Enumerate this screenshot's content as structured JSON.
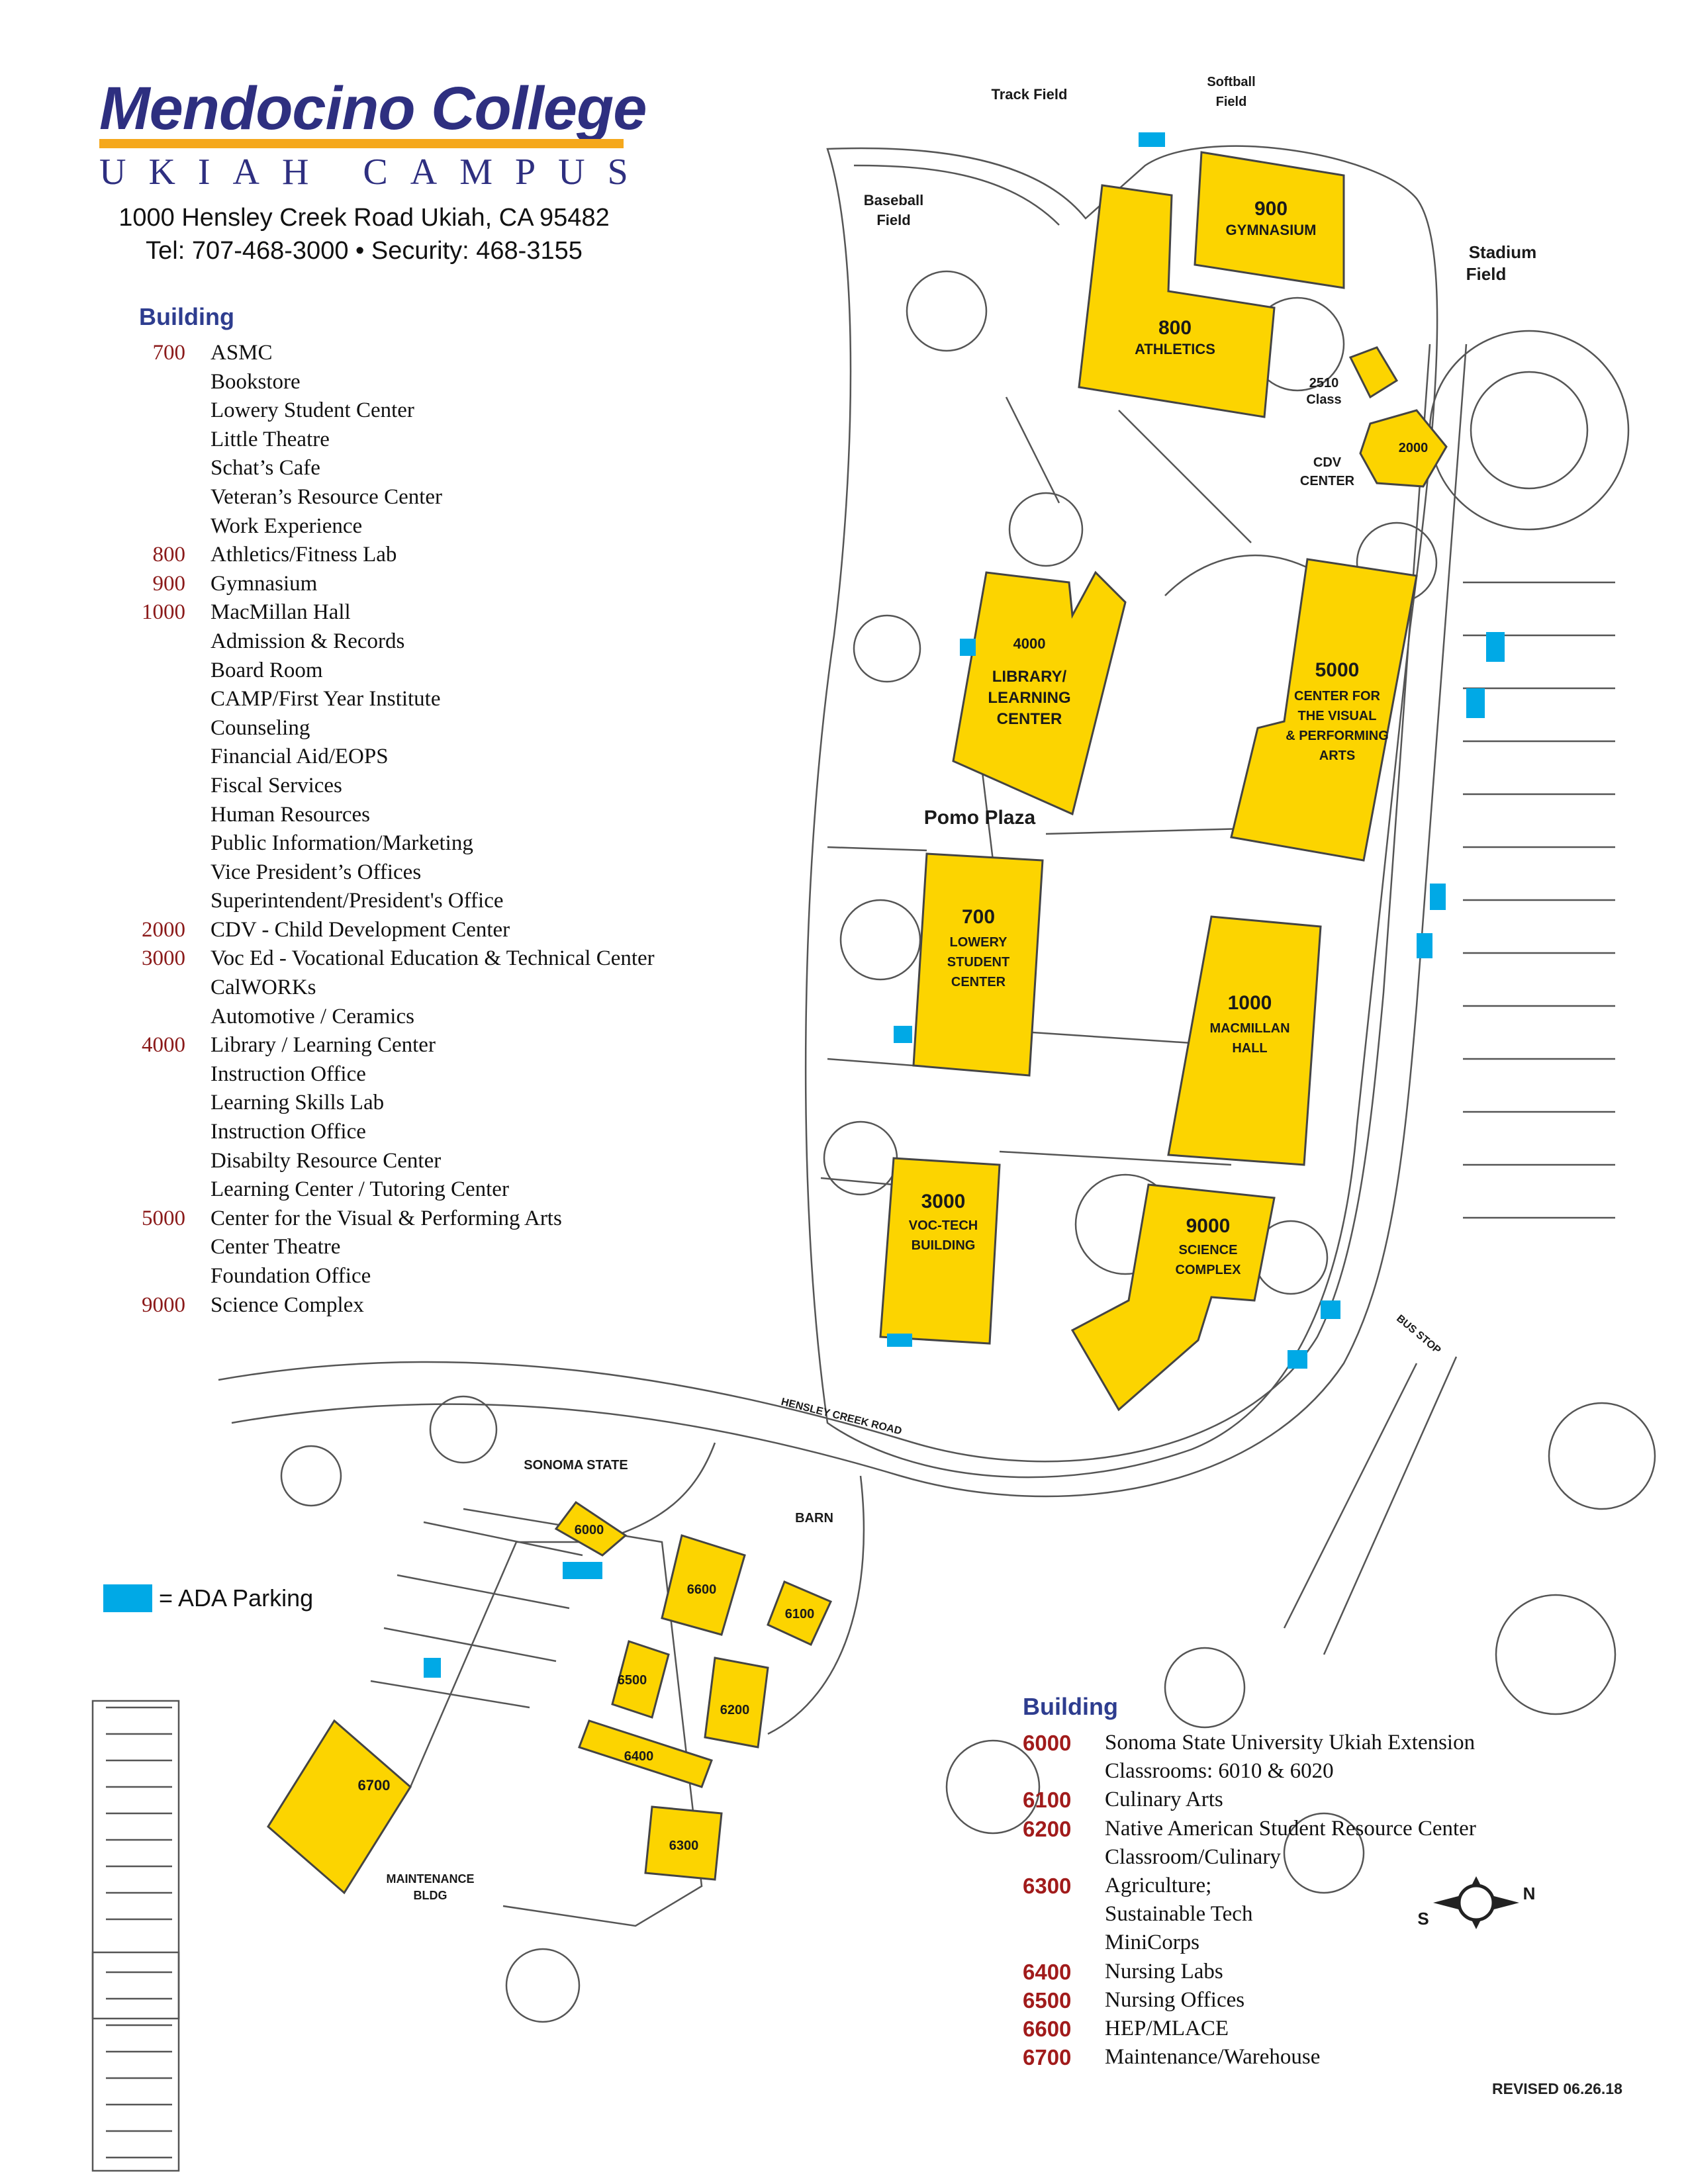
{
  "header": {
    "title": "Mendocino College",
    "subtitle": "UKIAH CAMPUS",
    "address": "1000 Hensley Creek Road Ukiah, CA 95482",
    "phone": "Tel: 707-468-3000 • Security: 468-3155"
  },
  "legend_main": {
    "heading": "Building",
    "rows": [
      {
        "num": "700",
        "name": "ASMC"
      },
      {
        "num": "",
        "name": "Bookstore"
      },
      {
        "num": "",
        "name": "Lowery Student Center"
      },
      {
        "num": "",
        "name": "Little Theatre"
      },
      {
        "num": "",
        "name": "Schat’s Cafe"
      },
      {
        "num": "",
        "name": "Veteran’s Resource Center"
      },
      {
        "num": "",
        "name": "Work Experience"
      },
      {
        "num": "800",
        "name": "Athletics/Fitness Lab"
      },
      {
        "num": "900",
        "name": "Gymnasium"
      },
      {
        "num": "1000",
        "name": "MacMillan Hall"
      },
      {
        "num": "",
        "name": "Admission & Records"
      },
      {
        "num": "",
        "name": "Board Room"
      },
      {
        "num": "",
        "name": "CAMP/First Year Institute"
      },
      {
        "num": "",
        "name": "Counseling"
      },
      {
        "num": "",
        "name": "Financial Aid/EOPS"
      },
      {
        "num": "",
        "name": "Fiscal Services"
      },
      {
        "num": "",
        "name": "Human Resources"
      },
      {
        "num": "",
        "name": "Public Information/Marketing"
      },
      {
        "num": "",
        "name": "Vice President’s Offices"
      },
      {
        "num": "",
        "name": "Superintendent/President's Office"
      },
      {
        "num": "2000",
        "name": "CDV - Child Development Center"
      },
      {
        "num": "3000",
        "name": "Voc Ed - Vocational Education & Technical Center"
      },
      {
        "num": "",
        "name": "CalWORKs"
      },
      {
        "num": "",
        "name": "Automotive / Ceramics"
      },
      {
        "num": "4000",
        "name": "Library / Learning Center"
      },
      {
        "num": "",
        "name": "Instruction Office"
      },
      {
        "num": "",
        "name": "Learning Skills Lab"
      },
      {
        "num": "",
        "name": "Instruction Office"
      },
      {
        "num": "",
        "name": "Disabilty Resource Center"
      },
      {
        "num": "",
        "name": "Learning Center / Tutoring Center"
      },
      {
        "num": "5000",
        "name": "Center for the Visual & Performing Arts"
      },
      {
        "num": "",
        "name": "Center Theatre"
      },
      {
        "num": "",
        "name": "Foundation Office"
      },
      {
        "num": "9000",
        "name": "Science Complex"
      }
    ]
  },
  "legend_annex": {
    "heading": "Building",
    "rows": [
      {
        "num": "6000",
        "name": "Sonoma State University Ukiah Extension"
      },
      {
        "num": "",
        "name": "Classrooms: 6010 & 6020"
      },
      {
        "num": "6100",
        "name": "Culinary Arts"
      },
      {
        "num": "6200",
        "name": "Native American Student Resource Center"
      },
      {
        "num": "",
        "name": "Classroom/Culinary"
      },
      {
        "num": "6300",
        "name": "Agriculture;"
      },
      {
        "num": "",
        "name": "Sustainable Tech"
      },
      {
        "num": "",
        "name": "MiniCorps"
      },
      {
        "num": "6400",
        "name": "Nursing Labs"
      },
      {
        "num": "6500",
        "name": "Nursing Offices"
      },
      {
        "num": "6600",
        "name": "HEP/MLACE"
      },
      {
        "num": "6700",
        "name": "Maintenance/Warehouse"
      }
    ]
  },
  "ada_legend": "= ADA Parking",
  "revised": "REVISED 06.26.18",
  "compass": {
    "south": "S",
    "north": "N"
  },
  "colors": {
    "building": "#fcd400",
    "ada": "#00a9e6",
    "brand": "#2e2f80",
    "accent": "#f5a81c",
    "legend_number": "#8b1a1a"
  },
  "map": {
    "buildings": {
      "b900": {
        "num": "900",
        "name": "GYMNASIUM"
      },
      "b800": {
        "num": "800",
        "name": "ATHLETICS"
      },
      "b2510": {
        "num": "2510",
        "name": "Class"
      },
      "b2000": {
        "num": "2000",
        "name": "CDV",
        "name2": "CENTER"
      },
      "b4000": {
        "num": "4000",
        "line1": "LIBRARY/",
        "line2": "LEARNING",
        "line3": "CENTER"
      },
      "b5000": {
        "num": "5000",
        "line1": "CENTER FOR",
        "line2": "THE VISUAL",
        "line3": "& PERFORMING",
        "line4": "ARTS"
      },
      "b700": {
        "num": "700",
        "line1": "LOWERY",
        "line2": "STUDENT",
        "line3": "CENTER"
      },
      "b1000": {
        "num": "1000",
        "line1": "MACMILLAN",
        "line2": "HALL"
      },
      "b3000": {
        "num": "3000",
        "line1": "VOC-TECH",
        "line2": "BUILDING"
      },
      "b9000": {
        "num": "9000",
        "line1": "SCIENCE",
        "line2": "COMPLEX"
      },
      "b6000": {
        "num": "6000",
        "name": "SONOMA STATE"
      },
      "b6100": {
        "num": "6100"
      },
      "b6200": {
        "num": "6200"
      },
      "b6300": {
        "num": "6300"
      },
      "b6400": {
        "num": "6400"
      },
      "b6500": {
        "num": "6500"
      },
      "b6600": {
        "num": "6600"
      },
      "b6700": {
        "num": "6700",
        "name": "MAINTENANCE",
        "name2": "BLDG"
      },
      "barn": {
        "name": "BARN"
      }
    },
    "labels": {
      "track": "Track Field",
      "softball1": "Softball",
      "softball2": "Field",
      "baseball1": "Baseball",
      "baseball2": "Field",
      "stadium1": "Stadium",
      "stadium2": "Field",
      "plaza": "Pomo Plaza",
      "road": "HENSLEY CREEK ROAD",
      "bus": "BUS STOP"
    }
  }
}
